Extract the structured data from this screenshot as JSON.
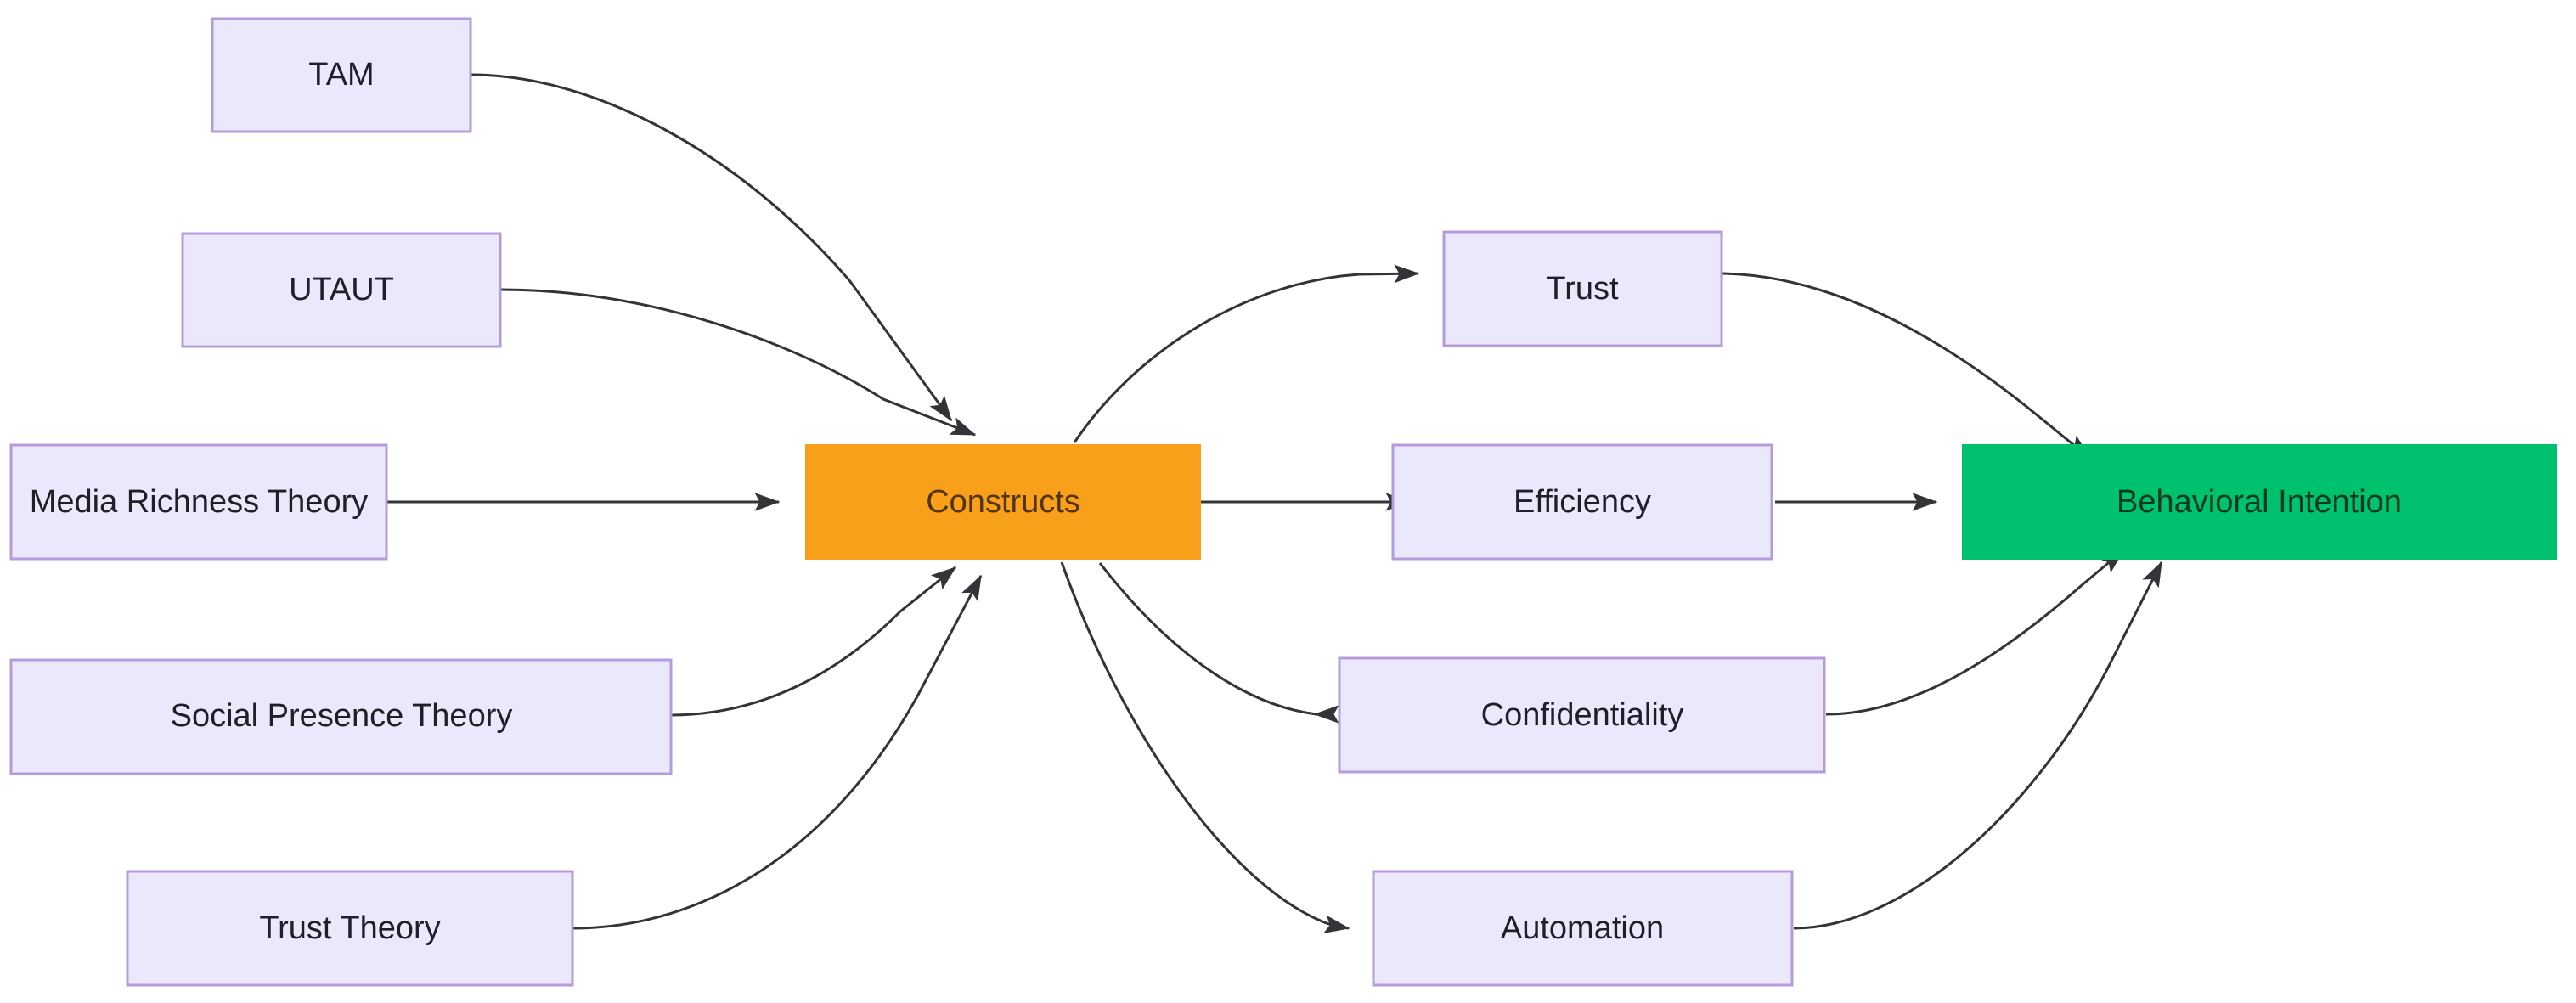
{
  "diagram": {
    "type": "flowchart",
    "direction": "left-to-right",
    "background_color": "#ffffff",
    "edge_color": "#333338",
    "palette": {
      "theory_fill": "#ece8fb",
      "theory_stroke": "#b49cdc",
      "constructs_fill": "#f9a01b",
      "outcome_fill": "#00c26e",
      "label_color": "#2b2b35"
    },
    "nodes": {
      "tam": {
        "label": "TAM",
        "group": "theory"
      },
      "utaut": {
        "label": "UTAUT",
        "group": "theory"
      },
      "media_richness_theory": {
        "label": "Media Richness Theory",
        "group": "theory"
      },
      "social_presence_theory": {
        "label": "Social Presence Theory",
        "group": "theory"
      },
      "trust_theory": {
        "label": "Trust Theory",
        "group": "theory"
      },
      "constructs": {
        "label": "Constructs",
        "group": "hub"
      },
      "trust": {
        "label": "Trust",
        "group": "construct"
      },
      "efficiency": {
        "label": "Efficiency",
        "group": "construct"
      },
      "confidentiality": {
        "label": "Confidentiality",
        "group": "construct"
      },
      "automation": {
        "label": "Automation",
        "group": "construct"
      },
      "behavioral_intention": {
        "label": "Behavioral Intention",
        "group": "outcome"
      }
    },
    "edges": [
      {
        "from": "tam",
        "to": "constructs"
      },
      {
        "from": "utaut",
        "to": "constructs"
      },
      {
        "from": "media_richness_theory",
        "to": "constructs"
      },
      {
        "from": "social_presence_theory",
        "to": "constructs"
      },
      {
        "from": "trust_theory",
        "to": "constructs"
      },
      {
        "from": "constructs",
        "to": "trust"
      },
      {
        "from": "constructs",
        "to": "efficiency"
      },
      {
        "from": "constructs",
        "to": "confidentiality"
      },
      {
        "from": "constructs",
        "to": "automation"
      },
      {
        "from": "trust",
        "to": "behavioral_intention"
      },
      {
        "from": "efficiency",
        "to": "behavioral_intention"
      },
      {
        "from": "confidentiality",
        "to": "behavioral_intention"
      },
      {
        "from": "automation",
        "to": "behavioral_intention"
      }
    ]
  }
}
